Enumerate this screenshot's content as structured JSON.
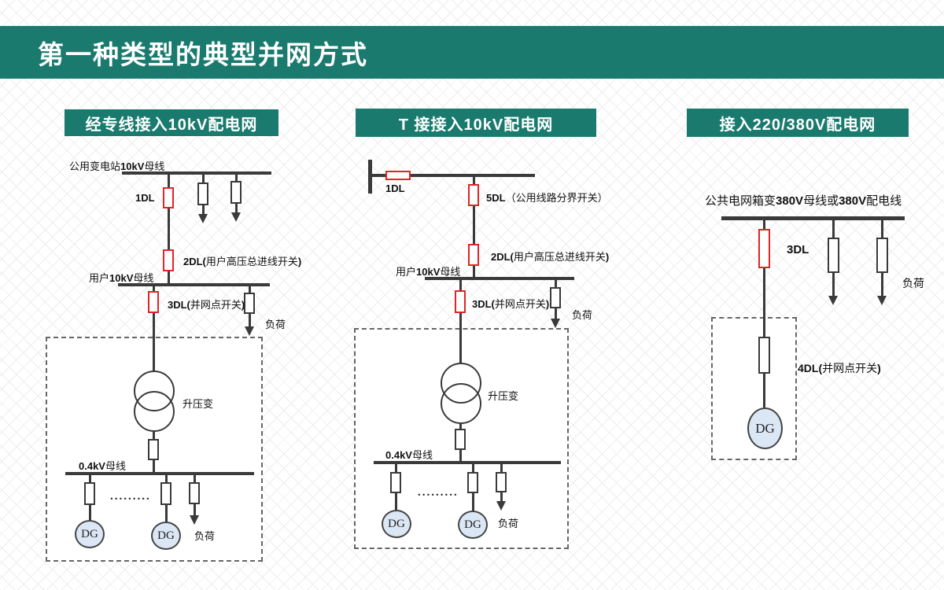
{
  "slide_title": "第一种类型的典型并网方式",
  "colors": {
    "banner_teal": "#1a7a6e",
    "breaker_red": "#e02525",
    "line_dark": "#3a3a3a",
    "dg_fill": "#dce7f5"
  },
  "panel1": {
    "header": "经专线接入10kV配电网",
    "top_bus_label": {
      "a": "公用变电站",
      "b": "10kV",
      "c": "母线"
    },
    "dl1": "1DL",
    "dl2": {
      "a": "2DL(",
      "b": "用户高压总进线开关",
      "c": ")"
    },
    "user_bus_label": {
      "a": "用户",
      "b": "10kV",
      "c": "母线"
    },
    "dl3": {
      "a": "3DL(",
      "b": "并网点开关",
      "c": ")"
    },
    "load_top": "负荷",
    "transformer": "升压变",
    "lv_bus_label": {
      "a": "0.4kV",
      "b": "母线"
    },
    "dots": ".........",
    "dg1": "DG",
    "dg2": "DG",
    "load_bottom": "负荷"
  },
  "panel2": {
    "header": "T 接接入10kV配电网",
    "dl1": "1DL",
    "dl5": {
      "a": "5DL",
      "b": "（公用线路分界开关）"
    },
    "dl2": {
      "a": "2DL(",
      "b": "用户高压总进线开关",
      "c": ")"
    },
    "user_bus_label": {
      "a": "用户",
      "b": "10kV",
      "c": "母线"
    },
    "dl3": {
      "a": "3DL(",
      "b": "并网点开关",
      "c": ")"
    },
    "load_top": "负荷",
    "transformer": "升压变",
    "lv_bus_label": {
      "a": "0.4kV",
      "b": "母线"
    },
    "dots": ".........",
    "dg1": "DG",
    "dg2": "DG",
    "load_bottom": "负荷"
  },
  "panel3": {
    "header": "接入220/380V配电网",
    "top_bus_label": {
      "a": "公共电网箱变",
      "b": "380V",
      "c": "母线或",
      "d": "380V",
      "e": "配电线"
    },
    "dl3": "3DL",
    "load": "负荷",
    "dl4": {
      "a": "4DL(",
      "b": "并网点开关",
      "c": ")"
    },
    "dg": "DG"
  }
}
